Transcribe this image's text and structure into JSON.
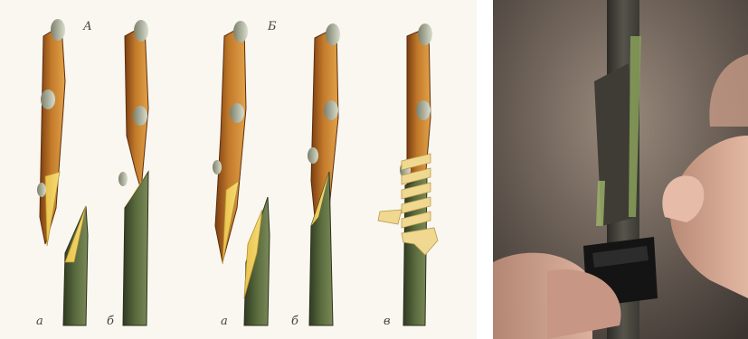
{
  "illustration": {
    "group_labels": {
      "A": "А",
      "B": "Б"
    },
    "figure_labels": [
      "а",
      "б",
      "а",
      "б",
      "в"
    ]
  },
  "photo": {
    "subject": "grafted-stem-with-tape-icon"
  }
}
